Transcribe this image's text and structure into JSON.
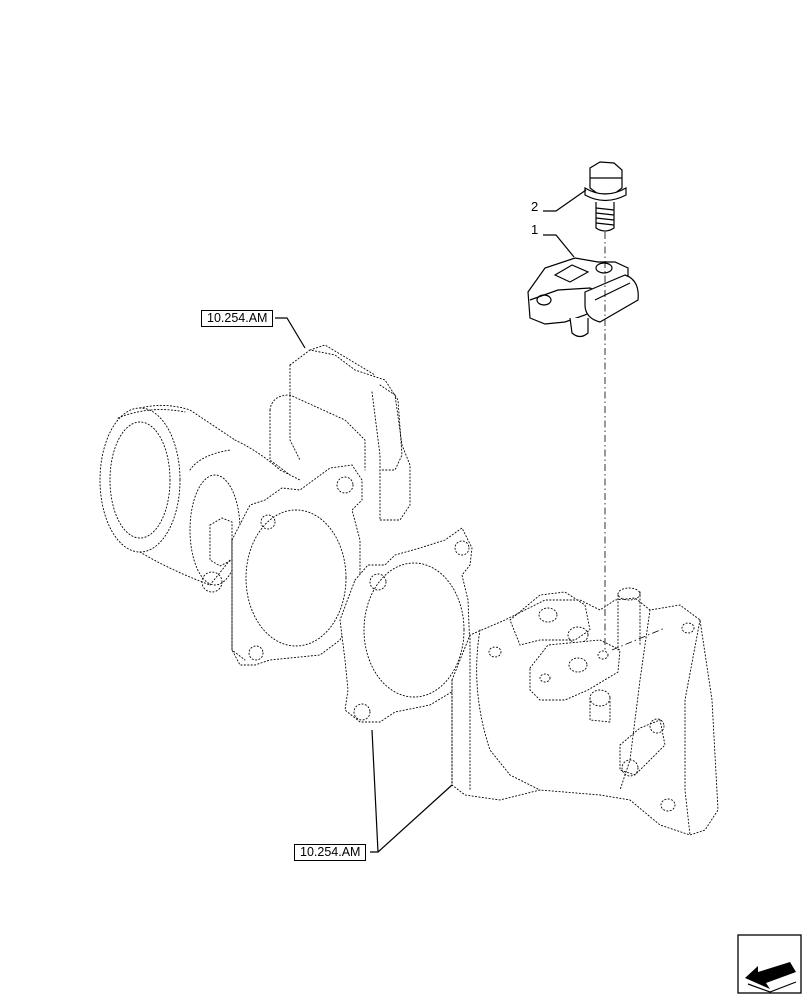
{
  "references": {
    "upper_ref": "10.254.AM",
    "lower_ref": "10.254.AM"
  },
  "items": [
    {
      "number": "1",
      "part": "sensor"
    },
    {
      "number": "2",
      "part": "bolt"
    }
  ],
  "icons": {
    "navigation": "previous-page-arrow-icon"
  }
}
